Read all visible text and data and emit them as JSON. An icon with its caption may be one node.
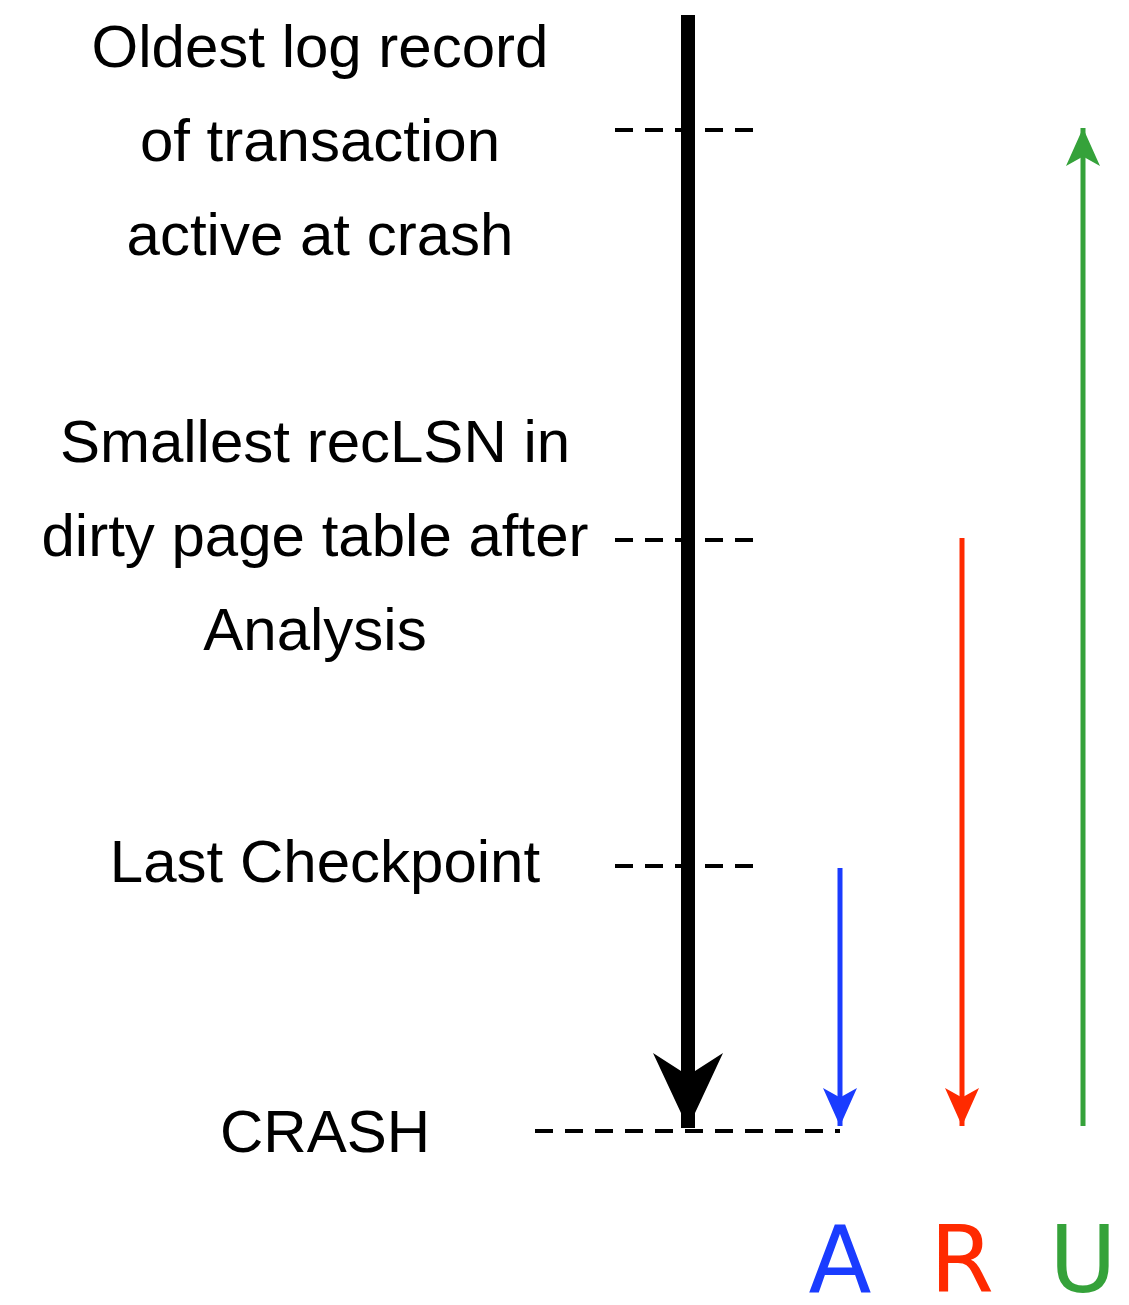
{
  "diagram": {
    "nodes": [
      {
        "text": [
          "Oldest log record of transaction active at crash"
        ]
      },
      {
        "text": [
          "Smallest recLSN in dirty page table after Analysis"
        ]
      },
      {
        "text": [
          "Last Checkpoint"
        ]
      },
      {
        "text": [
          "CRASH"
        ]
      }
    ],
    "labels": [
      "A",
      "R",
      "U"
    ]
  }
}
